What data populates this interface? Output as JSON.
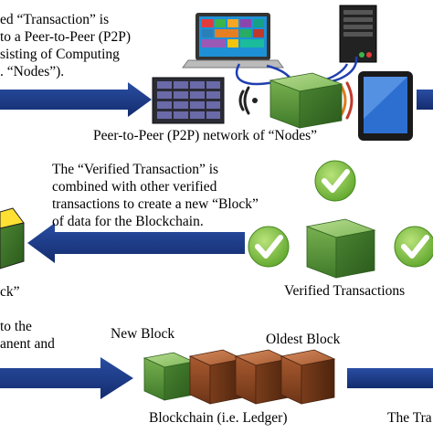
{
  "step1": {
    "lines": [
      "ed “Transaction” is",
      " to a Peer-to-Peer (P2P)",
      "sisting of Computing",
      ". “Nodes”)."
    ],
    "network_label": "Peer-to-Peer (P2P) network of “Nodes”"
  },
  "step2": {
    "lines": [
      "The “Verified Transaction” is",
      "combined with other verified",
      "transactions to create a new “Block”",
      "of data for the Blockchain."
    ],
    "block_label_fragment": "ck”",
    "verified_label": "Verified Transactions"
  },
  "step3": {
    "lines": [
      " to the",
      "anent and"
    ],
    "new_block_label": "New Block",
    "oldest_block_label": "Oldest Block",
    "blockchain_label": "Blockchain (i.e. Ledger)",
    "right_fragment": "The Tra"
  },
  "colors": {
    "arrow": "#1f3c88",
    "cube_green": "#6aa84f",
    "cube_brown": "#a0522d",
    "check_green": "#7cc242",
    "block_yellow": "#ffe033"
  }
}
